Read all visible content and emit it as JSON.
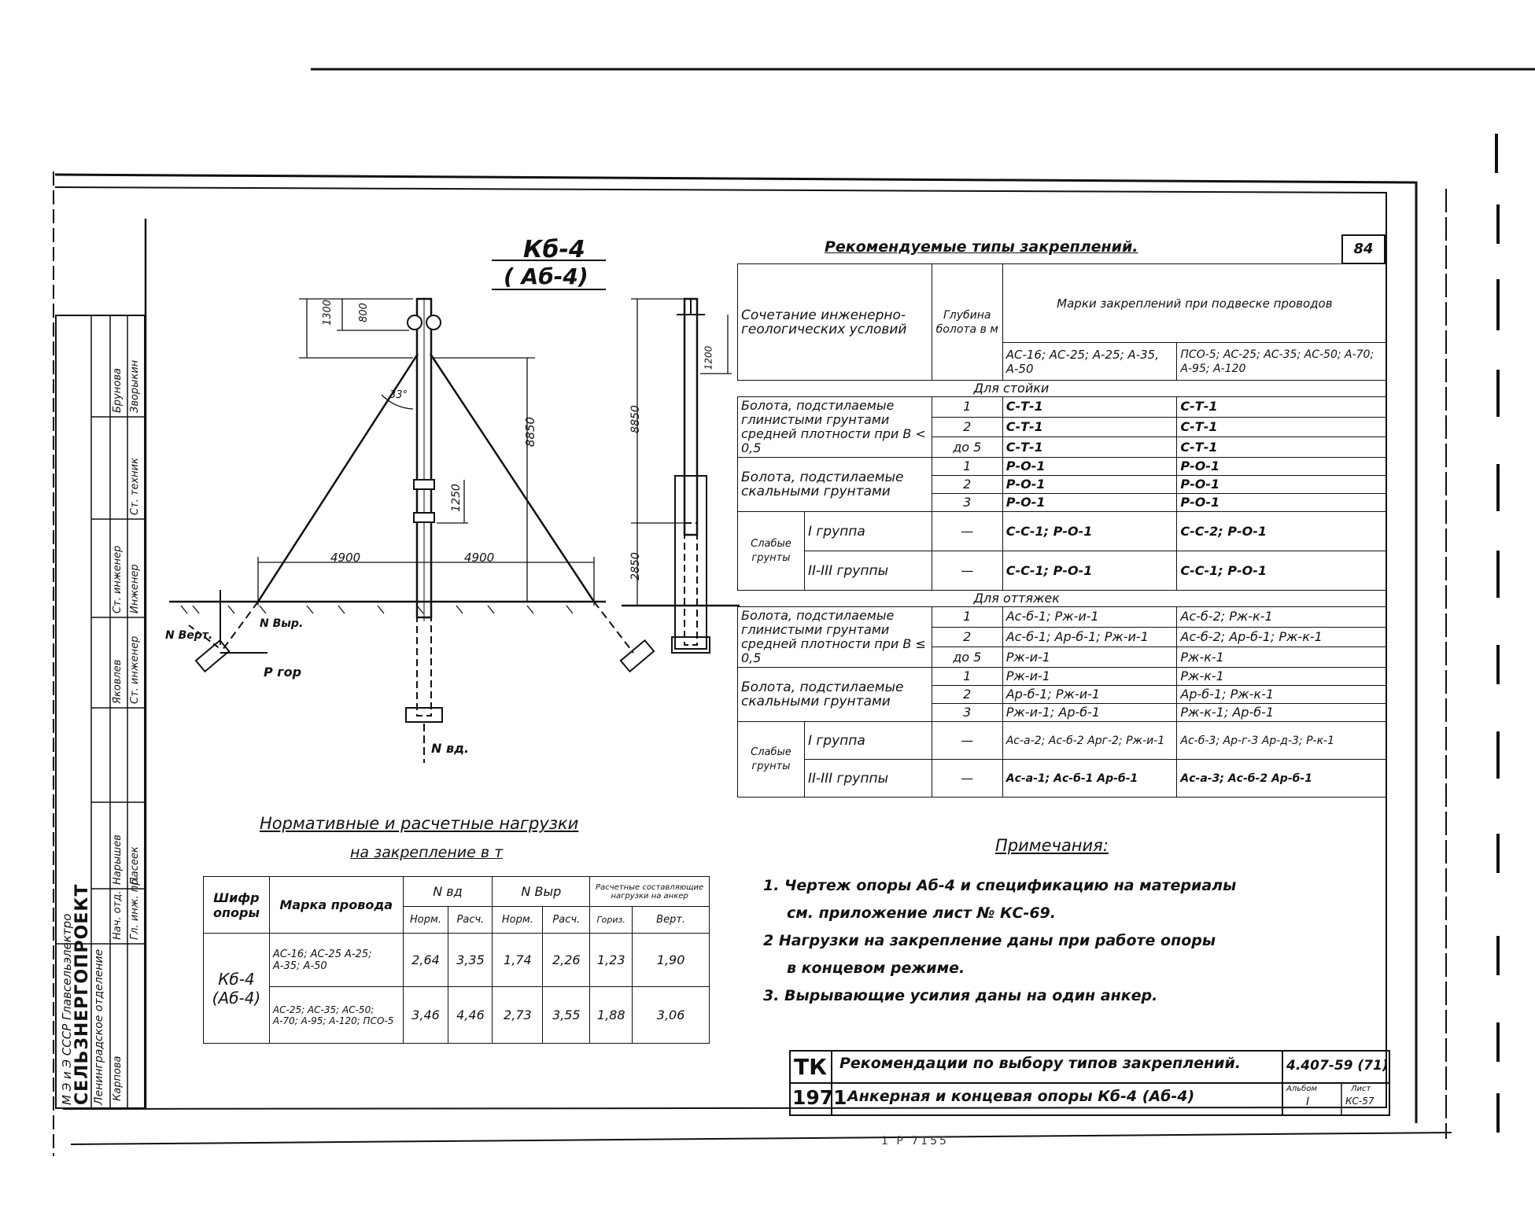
{
  "drawing": {
    "title": "Кб-4",
    "subtitle": "( Аб-4)",
    "labels": {
      "dim_top": "1300",
      "dim_1": "800",
      "angle": "33°",
      "dim_height": "8850",
      "dim_mid": "1250",
      "dim_left_base": "4900",
      "dim_right_base": "4900",
      "n_vert": "N Верт.",
      "n_vyr": "N Выр.",
      "p_gor": "P гор",
      "n_vd": "N вд.",
      "side_top": "1200",
      "side_height": "8850",
      "side_bottom": "2850"
    }
  },
  "right_table": {
    "heading": "Рекомендуемые   типы   закреплений.",
    "sheet_no": "84",
    "header": {
      "col1": "Сочетание инженерно-геологических условий",
      "col2": "Глубина болота в м",
      "col3": "Марки закреплений при подвеске проводов",
      "col3a": "АС-16; АС-25; А-25; А-35, А-50",
      "col3b": "ПСО-5; АС-25; АС-35; АС-50; А-70; А-95; А-120"
    },
    "section_stand": "Для   стойки",
    "stand_rows": [
      {
        "cond": "Болота, подстилаемые глинистыми грунтами средней плотности при В < 0,5",
        "depth": "1",
        "a": "С-Т-1",
        "b": "С-Т-1"
      },
      {
        "cond": "",
        "depth": "2",
        "a": "С-Т-1",
        "b": "С-Т-1"
      },
      {
        "cond": "",
        "depth": "до 5",
        "a": "С-Т-1",
        "b": "С-Т-1"
      },
      {
        "cond": "Болота, подстилаемые скальными грунтами",
        "depth": "1",
        "a": "Р-О-1",
        "b": "Р-О-1"
      },
      {
        "cond": "",
        "depth": "2",
        "a": "Р-О-1",
        "b": "Р-О-1"
      },
      {
        "cond": "",
        "depth": "3",
        "a": "Р-О-1",
        "b": "Р-О-1"
      }
    ],
    "weak_soil_label": "Слабые грунты",
    "stand_weak": [
      {
        "group": "I   группа",
        "depth": "—",
        "a": "С-С-1; Р-О-1",
        "b": "С-С-2; Р-О-1"
      },
      {
        "group": "II-III группы",
        "depth": "—",
        "a": "С-С-1; Р-О-1",
        "b": "С-С-1; Р-О-1"
      }
    ],
    "section_guys": "Для   оттяжек",
    "guy_rows": [
      {
        "cond": "Болота, подстилаемые глинистыми грунтами средней плотности при В ≤ 0,5",
        "depth": "1",
        "a": "Ас-б-1; Рж-и-1",
        "b": "Ас-б-2; Рж-к-1"
      },
      {
        "cond": "",
        "depth": "2",
        "a": "Ас-б-1; Ар-б-1; Рж-и-1",
        "b": "Ас-б-2; Ар-б-1; Рж-к-1"
      },
      {
        "cond": "",
        "depth": "до 5",
        "a": "Рж-и-1",
        "b": "Рж-к-1"
      },
      {
        "cond": "Болота, подстилаемые скальными грунтами",
        "depth": "1",
        "a": "Рж-и-1",
        "b": "Рж-к-1"
      },
      {
        "cond": "",
        "depth": "2",
        "a": "Ар-б-1; Рж-и-1",
        "b": "Ар-б-1; Рж-к-1"
      },
      {
        "cond": "",
        "depth": "3",
        "a": "Рж-и-1; Ар-б-1",
        "b": "Рж-к-1; Ар-б-1"
      }
    ],
    "guy_weak": [
      {
        "group": "I   группа",
        "depth": "—",
        "a": "Ас-а-2; Ас-б-2 Арг-2; Рж-и-1",
        "b": "Ас-б-3; Ар-г-3 Ар-д-3; Р-к-1"
      },
      {
        "group": "II-III группы",
        "depth": "—",
        "a": "Ас-а-1; Ас-б-1 Ар-б-1",
        "b": "Ас-а-3; Ас-б-2 Ар-б-1"
      }
    ]
  },
  "loads_table": {
    "heading1": "Нормативные   и   расчетные   нагрузки",
    "heading2": "на   закрепление   в   т",
    "head": {
      "cipher": "Шифр опоры",
      "wire": "Марка провода",
      "nvd": "N вд",
      "nvyr": "N Выр",
      "calc": "Расчетные составляющие нагрузки на анкер",
      "norm": "Норм.",
      "rasch": "Расч.",
      "gor": "Гориз.",
      "vert": "Верт."
    },
    "cipher": "Кб-4 (Аб-4)",
    "rows": [
      {
        "wire": "АС-16; АС-25 А-25; А-35; А-50",
        "nvd_n": "2,64",
        "nvd_r": "3,35",
        "nvyr_n": "1,74",
        "nvyr_r": "2,26",
        "gor": "1,23",
        "vert": "1,90"
      },
      {
        "wire": "АС-25; АС-35; АС-50; А-70; А-95; А-120; ПСО-5",
        "nvd_n": "3,46",
        "nvd_r": "4,46",
        "nvyr_n": "2,73",
        "nvyr_r": "3,55",
        "gor": "1,88",
        "vert": "3,06"
      }
    ]
  },
  "notes": {
    "title": "Примечания:",
    "items": [
      "1.   Чертеж опоры  Аб-4  и спецификацию  на материалы",
      "см. приложение лист № КС-69.",
      "2   Нагрузки  на   закрепление даны при работе опоры",
      "в концевом  режиме.",
      "3.   Вырывающие усилия даны на один анкер."
    ]
  },
  "stamp": {
    "tk": "ТК",
    "year": "1971",
    "title1": "Рекомендации по выбору типов закреплений.",
    "title2": "Анкерная и концевая опоры Кб-4 (Аб-4)",
    "code": "4.407-59 (71)",
    "album_label": "Альбом",
    "album": "I",
    "sheet_label": "Лист",
    "sheet": "КС-57"
  },
  "side_stamp": {
    "org": "СЕЛЬЗНЕРГОПРОЕКТ",
    "ministry": "М Э  и  Э   СССР   Главсельэлектро",
    "dept": "Ленинградское отделение",
    "roles": [
      "Нач. отд.",
      "Гл. инж. пр.",
      "Ст. инженер",
      "Ст. инженер",
      "Инженер",
      "Ст. техник"
    ],
    "names": [
      "Нарышев",
      "Пасеек",
      "Яковлев",
      "Брунова",
      "Зворыкин",
      "Карпова"
    ]
  },
  "bottom_text": "1 Р   7155"
}
